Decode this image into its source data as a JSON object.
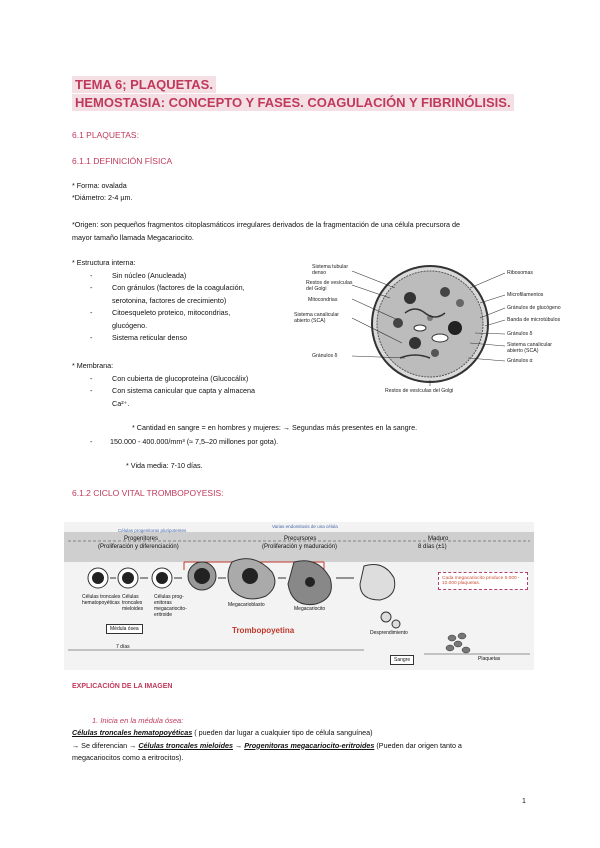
{
  "title1": "TEMA 6; PLAQUETAS.",
  "title2": "HEMOSTASIA: CONCEPTO Y FASES. COAGULACIÓN Y FIBRINÓLISIS.",
  "sec1": "6.1 PLAQUETAS:",
  "sec11": "6.1.1 DEFINICIÓN FÍSICA",
  "forma": "* Forma: ovalada",
  "diametro": "*Diámetro:  2-4 µm.",
  "origen1": "*Origen: son pequeños fragmentos citoplasmáticos irregulares derivados de la fragmentación de una célula precursora de",
  "origen2": "mayor tamaño llamada Megacariocito.",
  "estructura_title": "* Estructura interna:",
  "estructura_items": [
    "Sin núcleo (Anucleada)",
    "Con gránulos (factores de la coagulación,",
    "serotonina, factores de crecimiento)",
    "Citoesqueleto proteico, mitocondrias,",
    "glucógeno.",
    "Sistema reticular denso"
  ],
  "membrana_title": "* Membrana:",
  "membrana_items": [
    "Con cubierta de glucoproteína (Glucocálix)",
    "Con sistema canicular que capta y almacena",
    "Ca²⁺."
  ],
  "cantidad": "* Cantidad en sangre = en hombres y mujeres: → Segundas más presentes en la sangre.",
  "rango": "150.000 - 400.000/mm³ (≈ 7,5–20 millones por gota).",
  "vida": "* Vida media: 7-10 días.",
  "sec12": "6.1.2  CICLO VITAL TROMBOPOYESIS:",
  "cell_labels": {
    "l1": "Sistema tubular denso",
    "l2": "Restos de vesículas del Golgi",
    "l3": "Mitocondrias",
    "l4": "Sistema canalicular abierto (SCA)",
    "l5": "Gránulos δ",
    "r1": "Ribosomas",
    "r2": "Microfilamentos",
    "r3": "Gránulos de glucógeno",
    "r4": "Banda de microtúbulos",
    "r5": "Gránulos δ",
    "r6": "Sistema canalicular abierto (SCA)",
    "r7": "Gránulos α",
    "bottom": "Restos de vesículas del Golgi"
  },
  "cycle": {
    "progenitores": "Progenitores",
    "progenitores_sub": "(Proliferación y diferenciación)",
    "precursores": "Precursores",
    "precursores_sub": "(Proliferación y maduración)",
    "maduro": "Maduro",
    "maduro_sub": "8 días (±1)",
    "c1": "Células troncales hematopoyéticas",
    "c2": "Células troncales mieloides",
    "c3": "Células prog-enitoras megacariocito-eritroide",
    "c4": "Megacarioblasto",
    "c5": "Megacariocito",
    "c6": "Desprendimiento",
    "medula": "Médula ósea",
    "trombo": "Trombopoyetina",
    "dias7": "7 días",
    "sangre": "Sangre",
    "plaquetas": "Plaquetas",
    "note": "Cada megacariocito produce 5.000 - 10.000 plaquetas.",
    "annot1": "Células progenitoras pluripotentes",
    "annot2": "Varias endomitosis de una célula"
  },
  "explicacion": "EXPLICACIÓN DE LA IMAGEN",
  "item1": "1.    Inicia en la médula ósea:",
  "line1_bold": "Células troncales hematopoyéticas",
  "line1_rest": " ( pueden dar lugar a cualquier tipo de célula sanguínea)",
  "line2_a": "→ Se diferencian → ",
  "line2_b": "Células troncales mieloides",
  "line2_c": " → ",
  "line2_d": "Progenitoras megacariocito-eritroides",
  "line2_e": " (Pueden dar origen tanto a",
  "line3": "megacariocitos como a eritrocitos).",
  "page_num": "1"
}
